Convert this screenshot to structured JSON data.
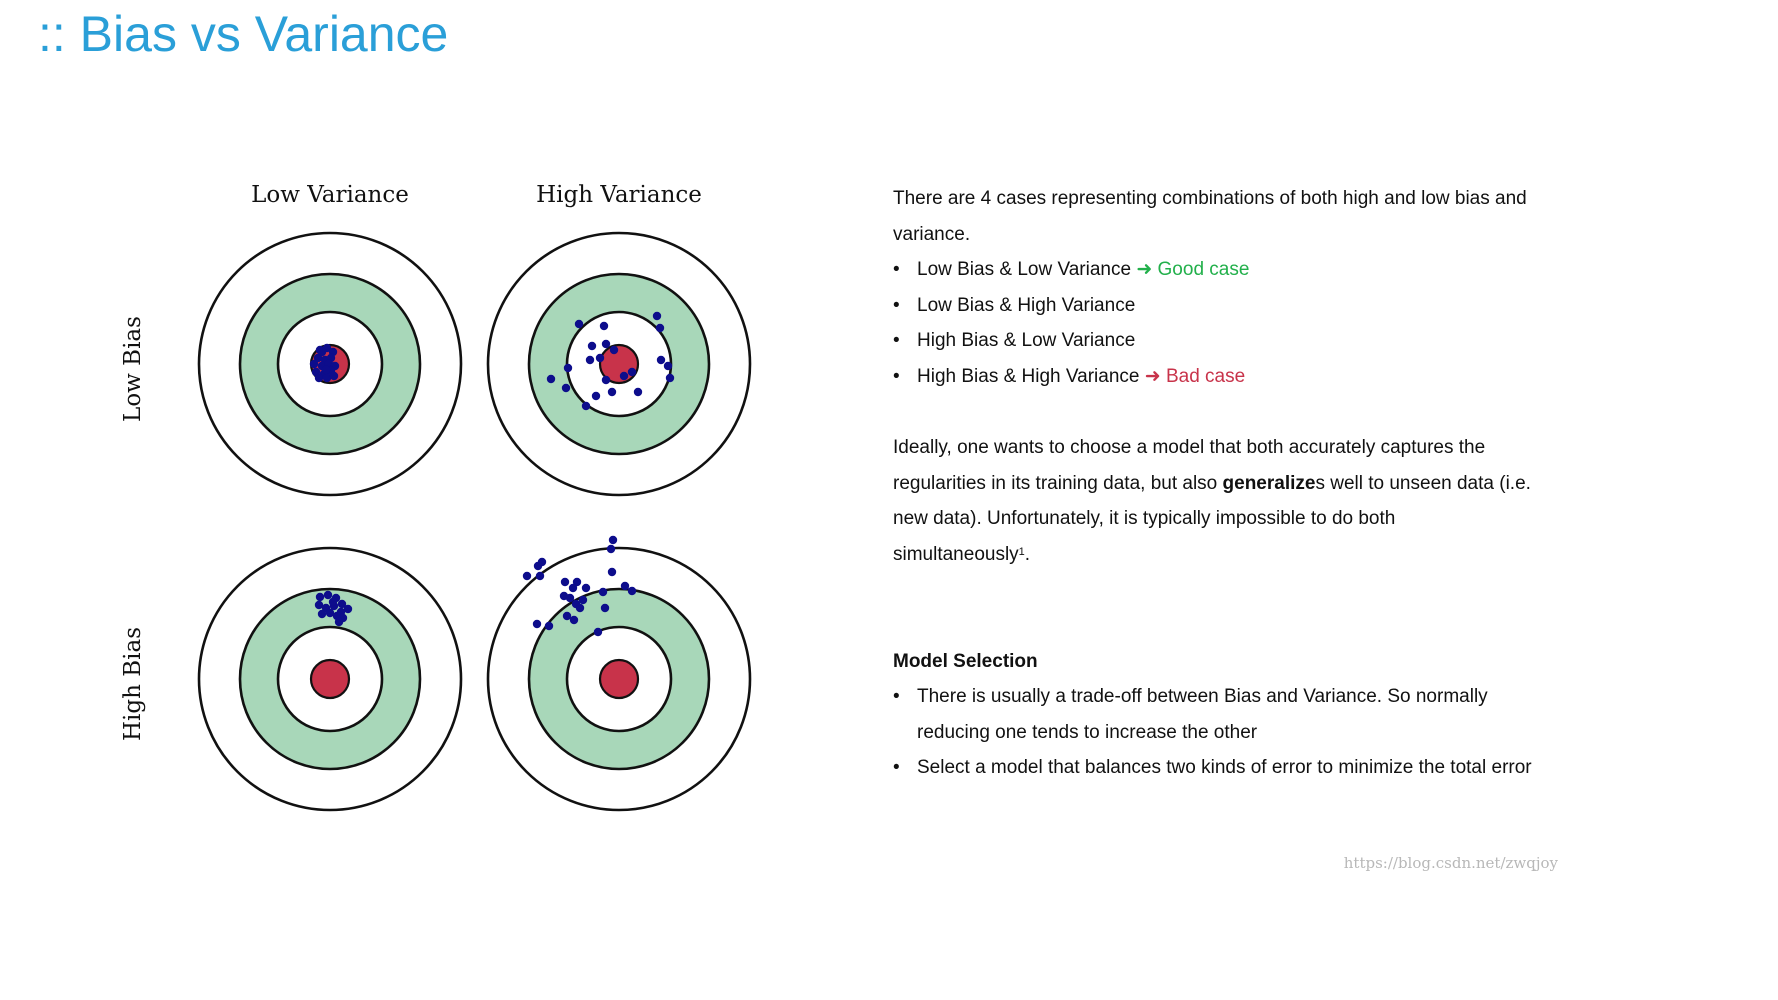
{
  "title": ":: Bias vs Variance",
  "diagram": {
    "col_labels": [
      "Low Variance",
      "High Variance"
    ],
    "row_labels": [
      "Low Bias",
      "High Bias"
    ],
    "colors": {
      "ring_green": "#a8d7b9",
      "bullseye_red": "#c8334a",
      "dot_blue": "#0d0d8c",
      "stroke": "#111111"
    }
  },
  "intro": "There are 4  cases representing combinations of both high and low bias and variance.",
  "cases": [
    {
      "text": "Low Bias & Low Variance",
      "arrow": "➜",
      "tag": "Good case",
      "tag_color": "#22b04b"
    },
    {
      "text": "Low Bias & High Variance",
      "arrow": "",
      "tag": "",
      "tag_color": ""
    },
    {
      "text": "High Bias & Low Variance",
      "arrow": "",
      "tag": "",
      "tag_color": ""
    },
    {
      "text": "High Bias & High Variance",
      "arrow": "➜",
      "tag": "Bad case",
      "tag_color": "#c8334a"
    }
  ],
  "ideal": {
    "before": "Ideally, one wants to choose a model that both accurately captures the regularities in its training data, but also ",
    "bold": "generalize",
    "after": "s well to unseen data (i.e. new data). Unfortunately, it is typically impossible to do both simultaneously",
    "footnote": "1",
    "end": "."
  },
  "model_selection": {
    "heading": "Model Selection",
    "items": [
      "There is usually a trade-off between Bias and Variance. So normally reducing one tends to increase the other",
      "Select a model that balances two kinds of error to minimize the total error"
    ]
  },
  "watermark": "https://blog.csdn.net/zwqjoy"
}
